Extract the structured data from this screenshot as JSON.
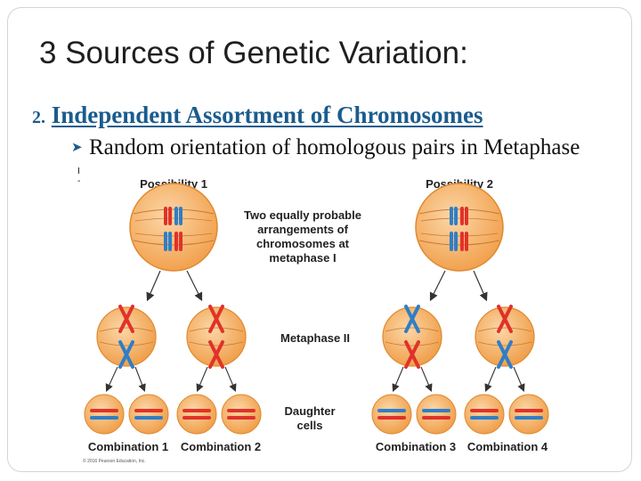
{
  "slide": {
    "title": "3 Sources of Genetic Variation:",
    "subtitle_number": "2.",
    "subtitle": "Independent Assortment of Chromosomes",
    "bullet": "Random orientation of homologous pairs in Metaphase",
    "bullet_fragment": "I"
  },
  "diagram": {
    "possibility1": "Possibility 1",
    "possibility2": "Possibility 2",
    "center_label_lines": [
      "Two equally probable",
      "arrangements of",
      "chromosomes at",
      "metaphase I"
    ],
    "metaphase2": "Metaphase II",
    "daughter_lines": [
      "Daughter",
      "cells"
    ],
    "combination1": "Combination 1",
    "combination2": "Combination 2",
    "combination3": "Combination 3",
    "combination4": "Combination 4",
    "copyright": "© 2016 Pearson Education, Inc.",
    "colors": {
      "cell_fill": "#f6b46b",
      "cell_edge": "#e0892f",
      "chromosome_red": "#e0322a",
      "chromosome_blue": "#2f7ec7",
      "arrow": "#333333",
      "subtitle": "#1a5c8e"
    }
  }
}
